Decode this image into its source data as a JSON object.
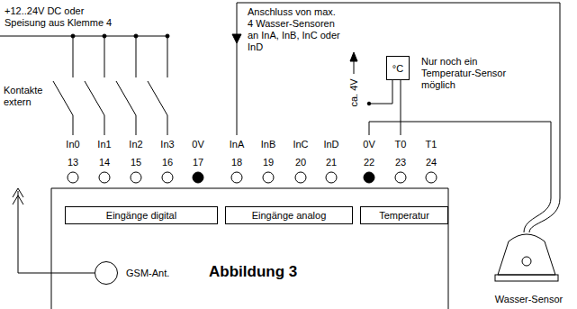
{
  "diagram": {
    "nodes": [
      {
        "text": [
          "°C"
        ]
      },
      {
        "text": [
          "Eingänge digital"
        ]
      },
      {
        "text": [
          "Eingänge analog"
        ]
      },
      {
        "text": [
          "Temperatur"
        ]
      },
      {
        "text": [
          "GSM-Ant."
        ]
      },
      {
        "text": [
          "Wasser-Sensor"
        ]
      }
    ],
    "labels": [
      "+12..24V DC oder Speisung aus Klemme 4",
      "Kontakte extern",
      "Anschluss von max. 4 Wasser-Sensoren an InA, InB, InC oder InD",
      "ca. 4V",
      "Nur noch ein Temperatur-Sensor möglich",
      "In0",
      "In1",
      "In2",
      "In3",
      "0V",
      "InA",
      "InB",
      "InC",
      "InD",
      "0V",
      "T0",
      "T1",
      "13",
      "14",
      "15",
      "16",
      "17",
      "18",
      "19",
      "20",
      "21",
      "22",
      "23",
      "24",
      "Abbildung 3"
    ]
  }
}
